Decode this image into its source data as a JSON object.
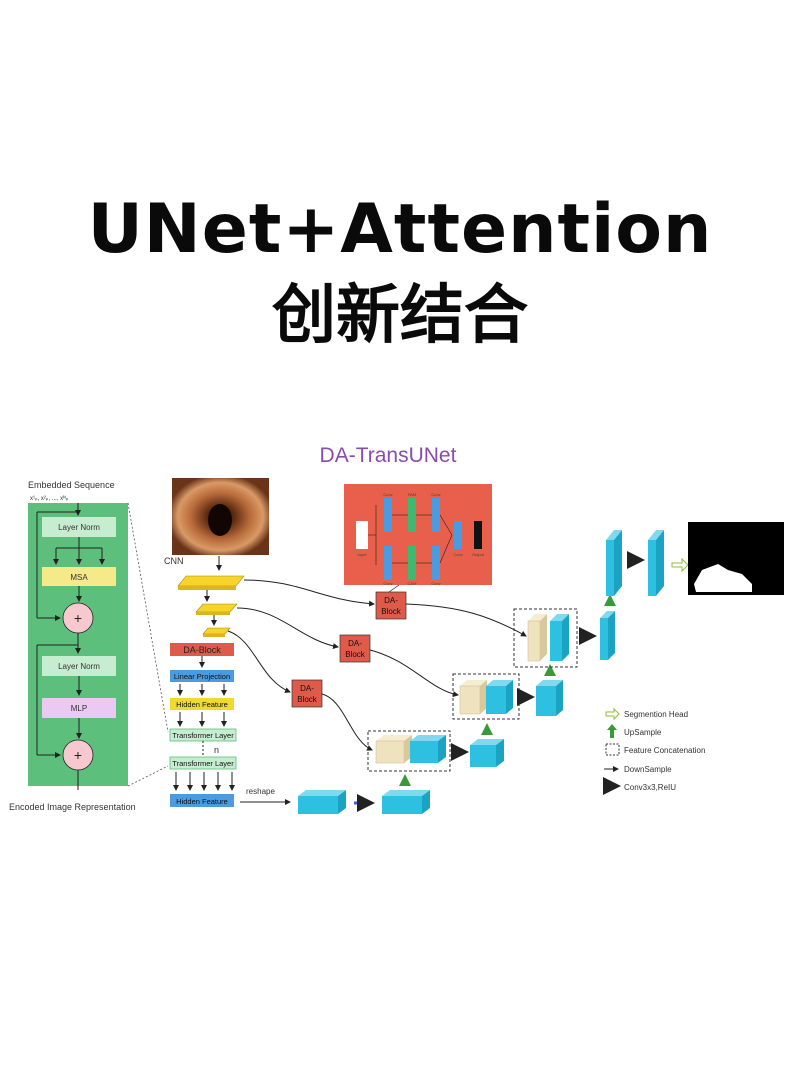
{
  "title_line1": "UNet+Attention",
  "title_line2": "创新结合",
  "diagram": {
    "name": "DA-TransUNet",
    "left_panel": {
      "top_label": "Embedded Sequence",
      "formula": "x¹ₚ, x²ₚ, ..., xᴺₚ",
      "blocks": [
        "Layer Norm",
        "MSA",
        "Layer Norm",
        "MLP"
      ],
      "plus": "+",
      "bottom_label": "Encoded Image Representation"
    },
    "cnn_label": "CNN",
    "mid_column": {
      "da_block": "DA-Block",
      "linear_projection": "Linear Projection",
      "hidden_feature": "Hidden Feature",
      "transformer_layer_1": "Transformer   Layer",
      "n": "n",
      "transformer_layer_2": "Transformer   Layer",
      "hidden_feature_2": "Hidden Feature",
      "reshape": "reshape"
    },
    "da_blocks": [
      {
        "line1": "DA-",
        "line2": "Block"
      },
      {
        "line1": "DA-",
        "line2": "Block"
      },
      {
        "line1": "DA-",
        "line2": "Block"
      }
    ],
    "inset_labels": [
      "Conv",
      "PAM",
      "Conv",
      "Conv",
      "CAM",
      "Conv",
      "Input",
      "Conv",
      "Output"
    ],
    "legend": [
      {
        "label": "Segmention Head",
        "icon": "hollow-arrow-icon"
      },
      {
        "label": "UpSample",
        "icon": "up-arrow-icon"
      },
      {
        "label": "Feature Concatenation",
        "icon": "dashed-box-icon"
      },
      {
        "label": "DownSample",
        "icon": "thin-arrow-icon"
      },
      {
        "label": "Conv3x3,ReIU",
        "icon": "blue-arrow-icon"
      }
    ],
    "colors": {
      "panel_green": "#5cbf7b",
      "block_green": "#c7edd0",
      "msa_yellow": "#f6e98a",
      "mlp_purple": "#ebc9f3",
      "plus_pink": "#f7c9cf",
      "da_red": "#e05a4a",
      "inset_red": "#e8604c",
      "cube_cyan": "#2dc0e0",
      "cube_beige": "#efe3bf",
      "title_purple": "#8a4bb1"
    }
  }
}
